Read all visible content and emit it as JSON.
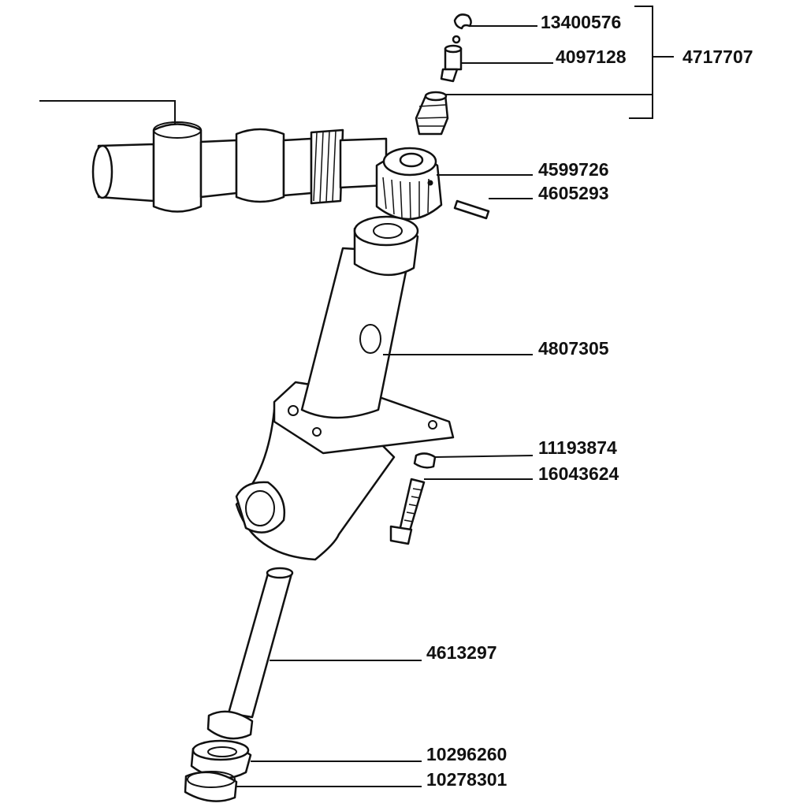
{
  "labels": {
    "p13400576": "13400576",
    "p4097128": "4097128",
    "p4717707": "4717707",
    "p4599726": "4599726",
    "p4605293": "4605293",
    "p4807305": "4807305",
    "p11193874": "11193874",
    "p16043624": "16043624",
    "p4613297": "4613297",
    "p10296260": "10296260",
    "p10278301": "10278301"
  }
}
